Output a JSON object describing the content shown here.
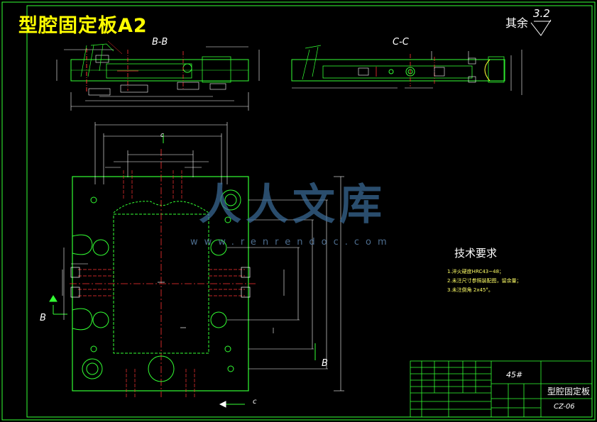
{
  "drawing": {
    "title": "型腔固定板A2",
    "roughness_label": "其余",
    "roughness_value": "3.2",
    "section_bb": "B-B",
    "section_cc": "C-C",
    "view_marker_b": "B",
    "view_marker_c": "c"
  },
  "watermark": {
    "logo_text": "人人文库",
    "url_text": "www.renrendoc.com"
  },
  "tech_requirements": {
    "title": "技术要求",
    "notes": [
      "1.淬火硬度HRC43~48；",
      "2.未注尺寸参照装配图，留余量；",
      "3.未注倒角 2x45°。"
    ]
  },
  "title_block": {
    "material": "45#",
    "part_name": "型腔固定板",
    "drawing_no": "CZ-06"
  }
}
